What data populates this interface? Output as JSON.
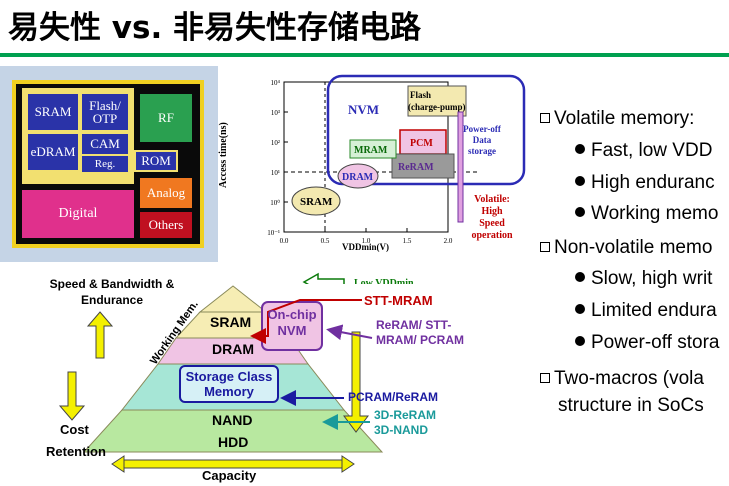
{
  "title": "易失性 vs. 非易失性存储电路",
  "chip": {
    "sram": "SRAM",
    "flash_otp": "Flash/ OTP",
    "rf": "RF",
    "edram": "eDRAM",
    "cam": "CAM",
    "reg": "Reg.",
    "rom": "ROM",
    "analog": "Analog",
    "digital": "Digital",
    "others": "Others"
  },
  "chart": {
    "ylabel": "Access time(ns)",
    "xlabel": "VDDmin(V)",
    "yticks": [
      "10⁴",
      "10³",
      "10²",
      "10¹",
      "10⁰",
      "10⁻¹"
    ],
    "xticks": [
      "0.0",
      "0.5",
      "1.0",
      "1.5",
      "2.0"
    ],
    "nvm": "NVM",
    "flash": "Flash (charge-pump)",
    "pcm": "PCM",
    "mram": "MRAM",
    "reram": "ReRAM",
    "dram": "DRAM",
    "sram": "SRAM",
    "power_off": "Power-off Data storage",
    "volatile": "Volatile: High Speed operation",
    "low_vdd": "Low VDDmin"
  },
  "pyramid": {
    "top_left": "Speed & Bandwidth & Endurance",
    "side": "Working Mem.",
    "cost": "Cost",
    "retention": "Retention",
    "capacity": "Capacity",
    "layers": [
      "SRAM",
      "DRAM",
      "Storage Class Memory",
      "NAND",
      "HDD"
    ],
    "onchip": "On-chip NVM",
    "stt_mram": "STT-MRAM",
    "reram_group": "ReRAM/ STT-MRAM/ PCRAM",
    "pcram_reram": "PCRAM/ReRAM",
    "nand3d": "3D-ReRAM 3D-NAND"
  },
  "bullets": {
    "volatile_head": "Volatile memory:",
    "volatile_items": [
      "Fast, low VDD",
      "High enduranc",
      "Working memo"
    ],
    "nonvolatile_head": "Non-volatile memo",
    "nonvolatile_items": [
      "Slow, high writ",
      "Limited endura",
      "Power-off stora"
    ],
    "two_macros_1": "Two-macros (vola",
    "two_macros_2": "structure in SoCs"
  },
  "colors": {
    "accent_green": "#00a050",
    "nvm_blue": "#2b2bb5",
    "volatile_red": "#c00000",
    "low_vdd_green": "#0a7a0a"
  }
}
